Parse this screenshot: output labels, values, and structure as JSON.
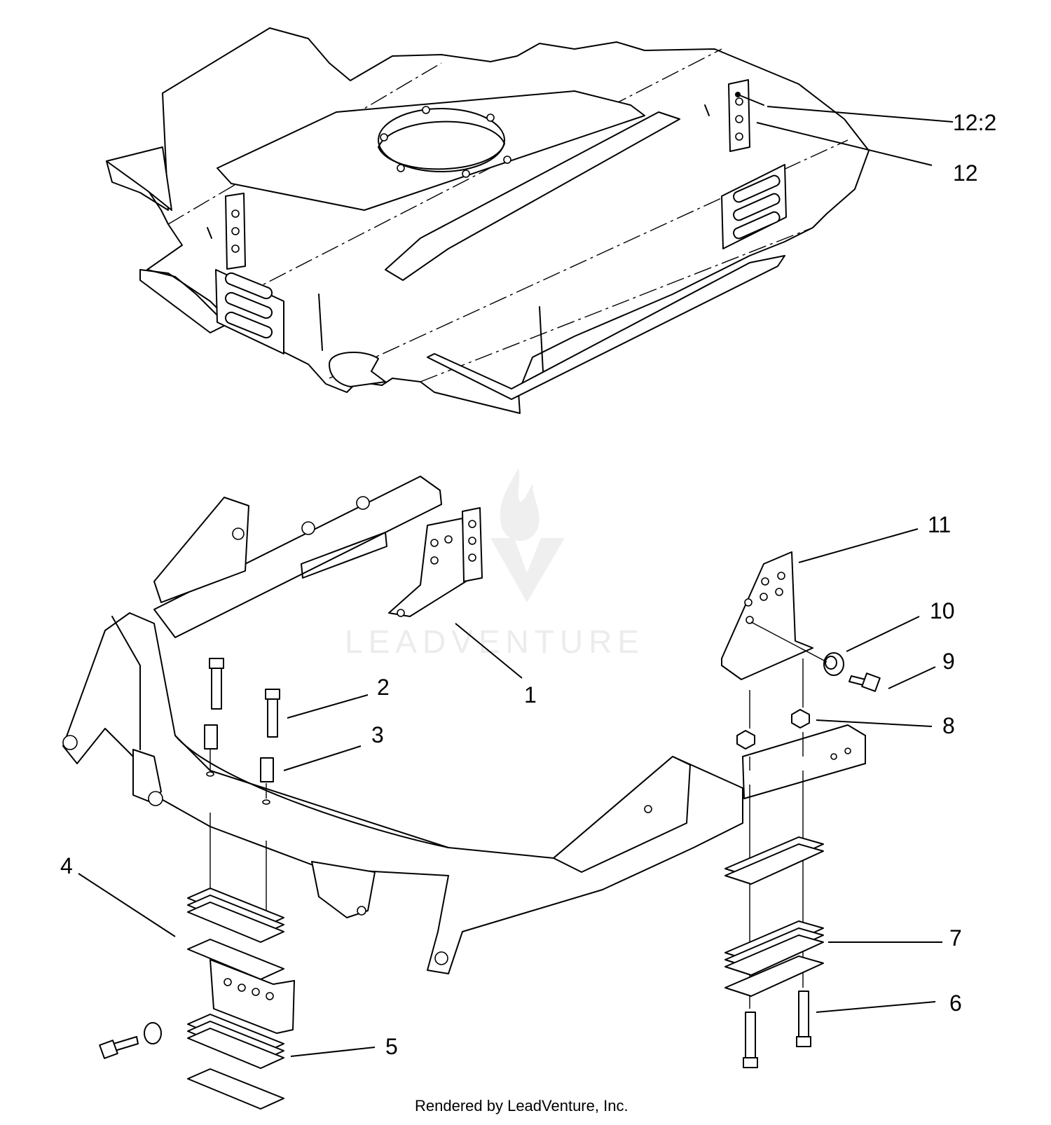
{
  "callouts": [
    "12:2",
    "12",
    "11",
    "10",
    "9",
    "8",
    "7",
    "6",
    "5",
    "4",
    "3",
    "2",
    "1"
  ],
  "watermark": {
    "brand": "LEADVENTURE"
  },
  "footer": {
    "credit": "Rendered by LeadVenture, Inc."
  }
}
